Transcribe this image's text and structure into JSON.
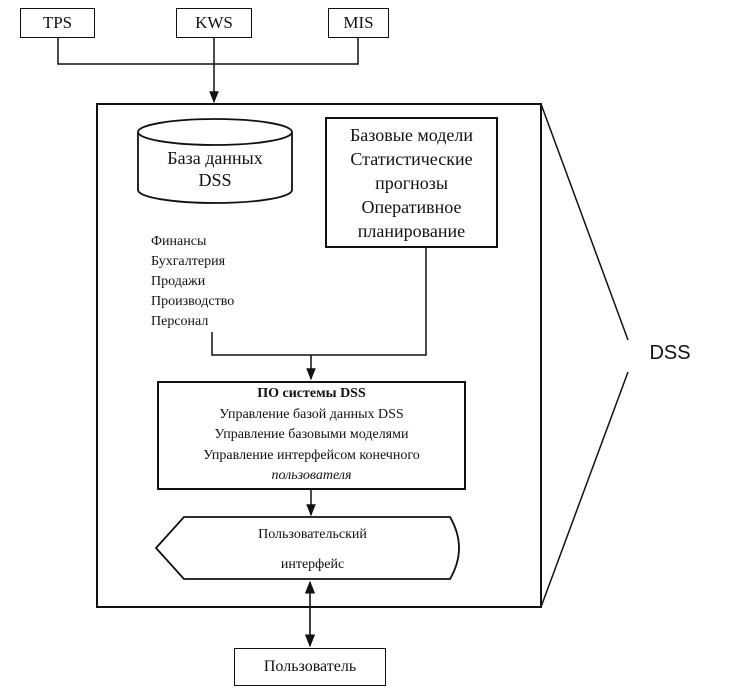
{
  "sources": [
    "TPS",
    "KWS",
    "MIS"
  ],
  "database": {
    "line1": "База данных",
    "line2": "DSS"
  },
  "subject_areas": [
    "Финансы",
    "Бухгалтерия",
    "Продажи",
    "Производство",
    "Персонал"
  ],
  "models_box": [
    "Базовые модели",
    "Статистические",
    "прогнозы",
    "Оперативное",
    "планирование"
  ],
  "software_box": {
    "title": "ПО системы DSS",
    "items": [
      "Управление базой данных DSS",
      "Управление базовыми моделями",
      "Управление интерфейсом конечного"
    ],
    "last_line": "пользователя"
  },
  "user_interface": {
    "line1": "Пользовательский",
    "line2": "интерфейс"
  },
  "user": "Пользователь",
  "system_label": "DSS"
}
